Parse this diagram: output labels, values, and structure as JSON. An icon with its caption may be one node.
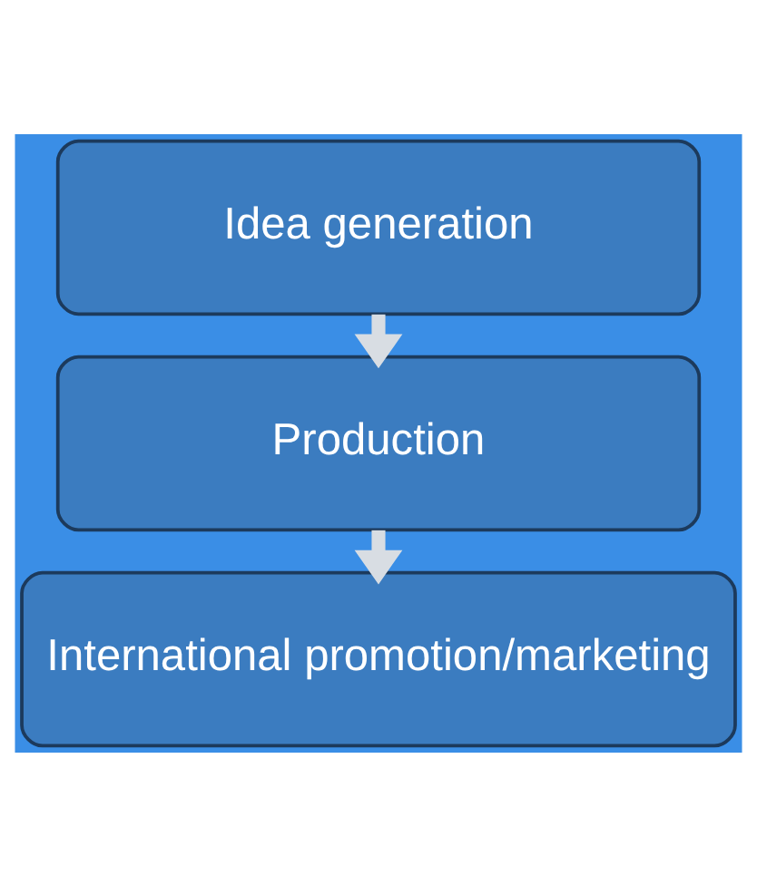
{
  "diagram": {
    "nodes": [
      {
        "text": [
          "Idea generation"
        ]
      },
      {
        "text": [
          "Production"
        ]
      },
      {
        "text": [
          "International promotion/marketing"
        ]
      }
    ],
    "edges": [
      {
        "from": 0,
        "to": 1,
        "arrow": "to"
      },
      {
        "from": 1,
        "to": 2,
        "arrow": "to"
      }
    ]
  }
}
